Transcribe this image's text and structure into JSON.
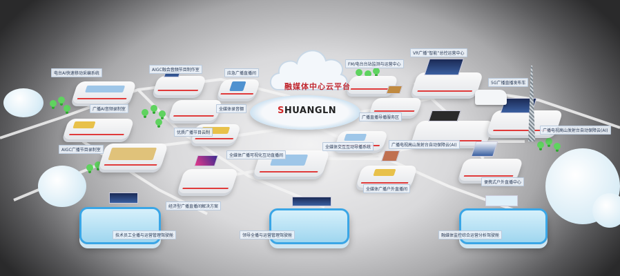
{
  "platform": {
    "title": "融媒体中心云平台",
    "logo": "SHUANGLN"
  },
  "nodes": {
    "ai_mobile": "电台AI快速移动采编系统",
    "aigc_audio": "AIGC融合音频节目制作室",
    "emergency": "应急广播直播间",
    "ai_recording": "广播AI音频录制室",
    "studio": "全媒体录音棚",
    "cloud_production": "优质广播节目云制",
    "aigc_program": "AIGC广播节目录制室",
    "visual_live": "全媒体广播可视化互动直播间",
    "economy_live": "经济型广播直播间解决方案",
    "fm_monitor": "FM/电台台站监测与运营中心",
    "vr_control": "VR广播“智能”总控运营中心",
    "van_5g": "5G广播直播发布车",
    "director_area": "广播直播导播服务区",
    "interactive": "全媒体交互互动导播系统",
    "transmitter_1": "广播电视高山发射台自动保障云(AI)",
    "transmitter_2": "广播电视高山发射台自动保障云(AI)",
    "outdoor_live": "全媒体广播户外直播间",
    "portable_live": "便携式户外直播中心",
    "cockpit_tech": "技术员工全播与运营管理驾驶舱",
    "cockpit_leader": "领导全播与运营管理驾驶舱",
    "cockpit_monitor": "融媒体监控综合运营分析驾驶舱"
  },
  "colors": {
    "accent_red": "#d02a2a",
    "platform_blue": "#3aa6e6",
    "tree_green": "#5fd35f"
  }
}
